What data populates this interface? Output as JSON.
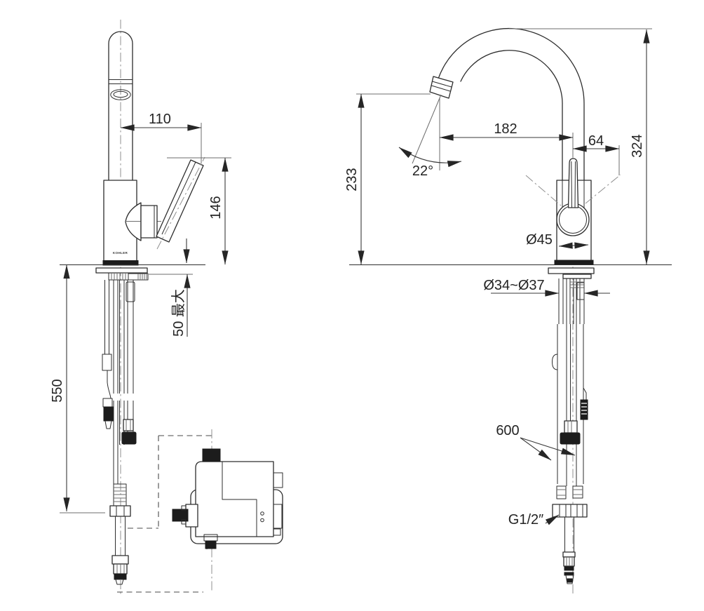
{
  "brand": "KOHLER",
  "dims": {
    "d110": "110",
    "d146": "146",
    "d50max": "50 最大",
    "d550": "550",
    "d182": "182",
    "d64": "64",
    "d324": "324",
    "d233": "233",
    "angle": "22°",
    "dia_body": "Ø45",
    "dia_hole": "Ø34~Ø37",
    "d600": "600",
    "thread": "G1/2″"
  }
}
